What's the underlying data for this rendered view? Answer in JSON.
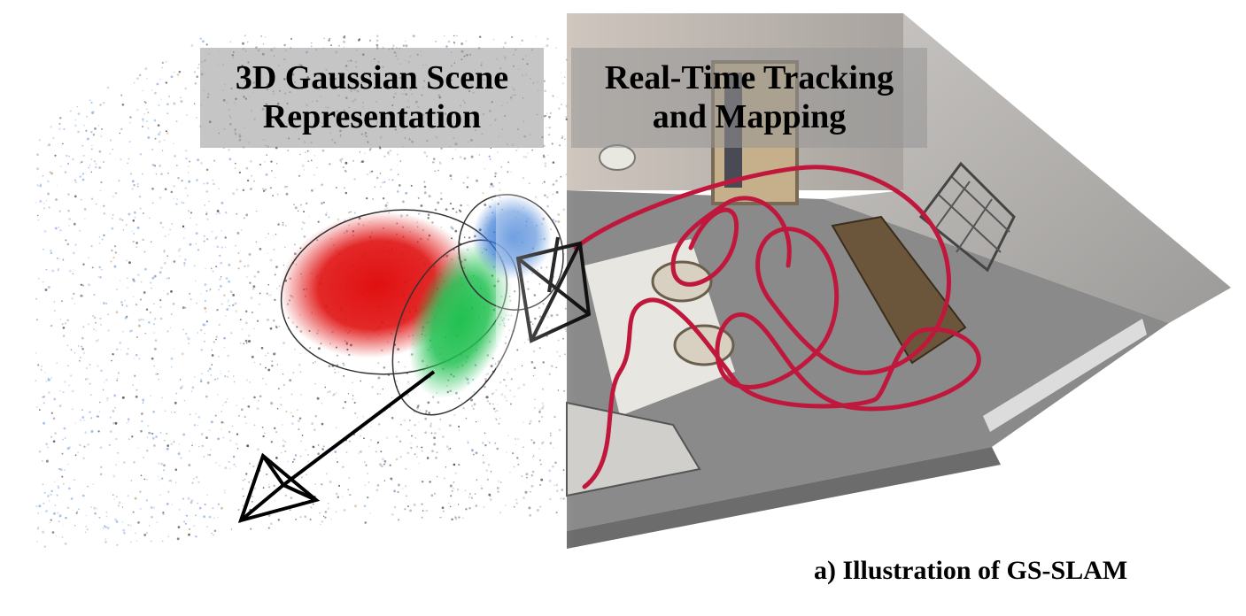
{
  "left_panel": {
    "title_line1": "3D Gaussian Scene",
    "title_line2": "Representation"
  },
  "right_panel": {
    "title_line1": "Real-Time Tracking",
    "title_line2": "and Mapping"
  },
  "caption": "a) Illustration of GS-SLAM",
  "colors": {
    "gaussian_red": "#e01010",
    "gaussian_green": "#20c050",
    "gaussian_blue": "#3a7bd5",
    "trajectory": "#c0183c",
    "floor": "#8a8a8a",
    "wall": "#bdbdbd"
  }
}
